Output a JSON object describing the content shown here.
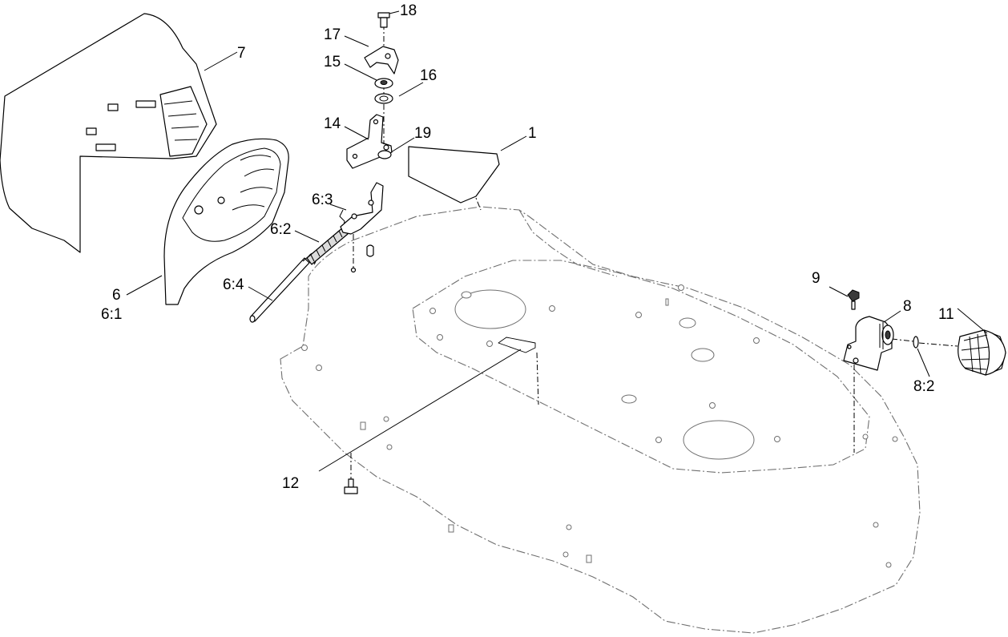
{
  "diagram": {
    "callouts": {
      "c1": "1",
      "c6": "6",
      "c6_1": "6:1",
      "c6_2": "6:2",
      "c6_3": "6:3",
      "c6_4": "6:4",
      "c7": "7",
      "c8": "8",
      "c8_2": "8:2",
      "c9": "9",
      "c11": "11",
      "c12": "12",
      "c14": "14",
      "c15": "15",
      "c16": "16",
      "c17": "17",
      "c18": "18",
      "c19": "19"
    }
  }
}
